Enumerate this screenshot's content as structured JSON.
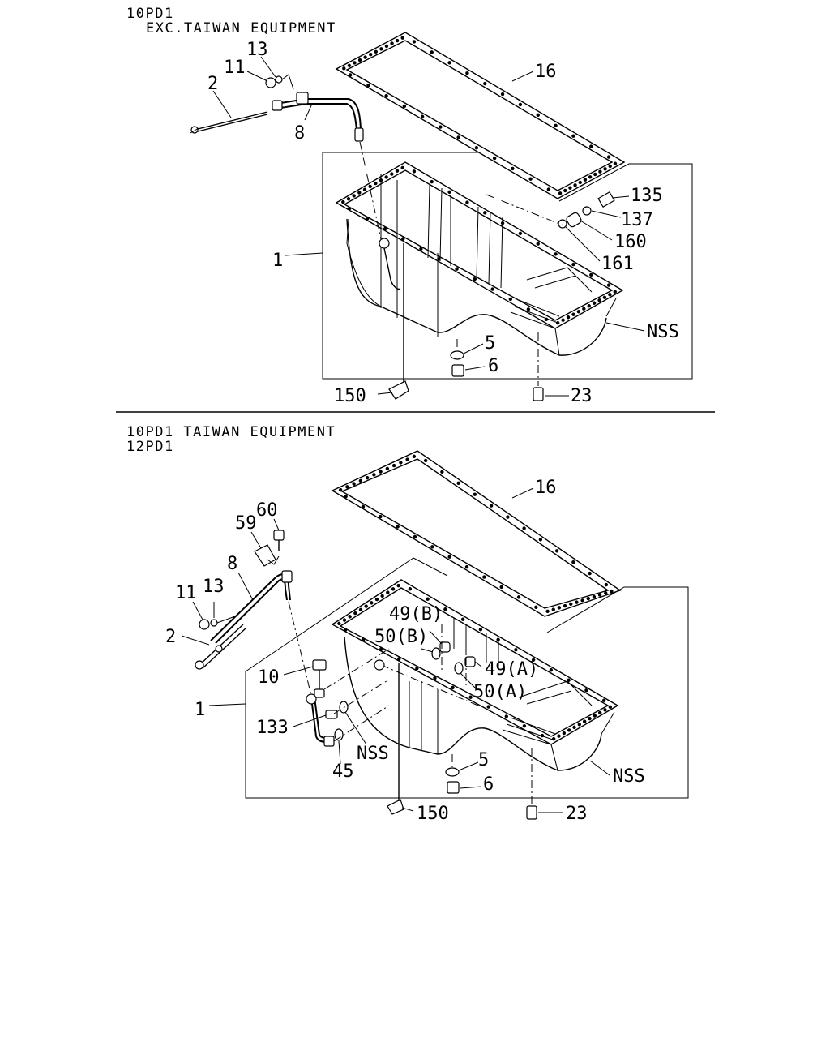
{
  "section_top": {
    "header_line1": "10PD1",
    "header_line2": "EXC.TAIWAN EQUIPMENT",
    "labels": {
      "p1": "1",
      "p2": "2",
      "p5": "5",
      "p6": "6",
      "p8": "8",
      "p11": "11",
      "p13": "13",
      "p16": "16",
      "p23": "23",
      "p135": "135",
      "p137": "137",
      "p150": "150",
      "p160": "160",
      "p161": "161",
      "nss": "NSS"
    }
  },
  "section_bottom": {
    "header_line1": "10PD1 TAIWAN EQUIPMENT",
    "header_line2": "12PD1",
    "labels": {
      "p1": "1",
      "p2": "2",
      "p5": "5",
      "p6": "6",
      "p8": "8",
      "p10": "10",
      "p11": "11",
      "p13": "13",
      "p16": "16",
      "p23": "23",
      "p45": "45",
      "p49b": "49(B)",
      "p49a": "49(A)",
      "p50b": "50(B)",
      "p50a": "50(A)",
      "p59": "59",
      "p60": "60",
      "p133": "133",
      "p150": "150",
      "nss1": "NSS",
      "nss2": "NSS"
    }
  },
  "icons": [
    "oil-pan",
    "gasket",
    "dipstick",
    "guide-tube",
    "bolt",
    "washer",
    "drain-plug"
  ]
}
